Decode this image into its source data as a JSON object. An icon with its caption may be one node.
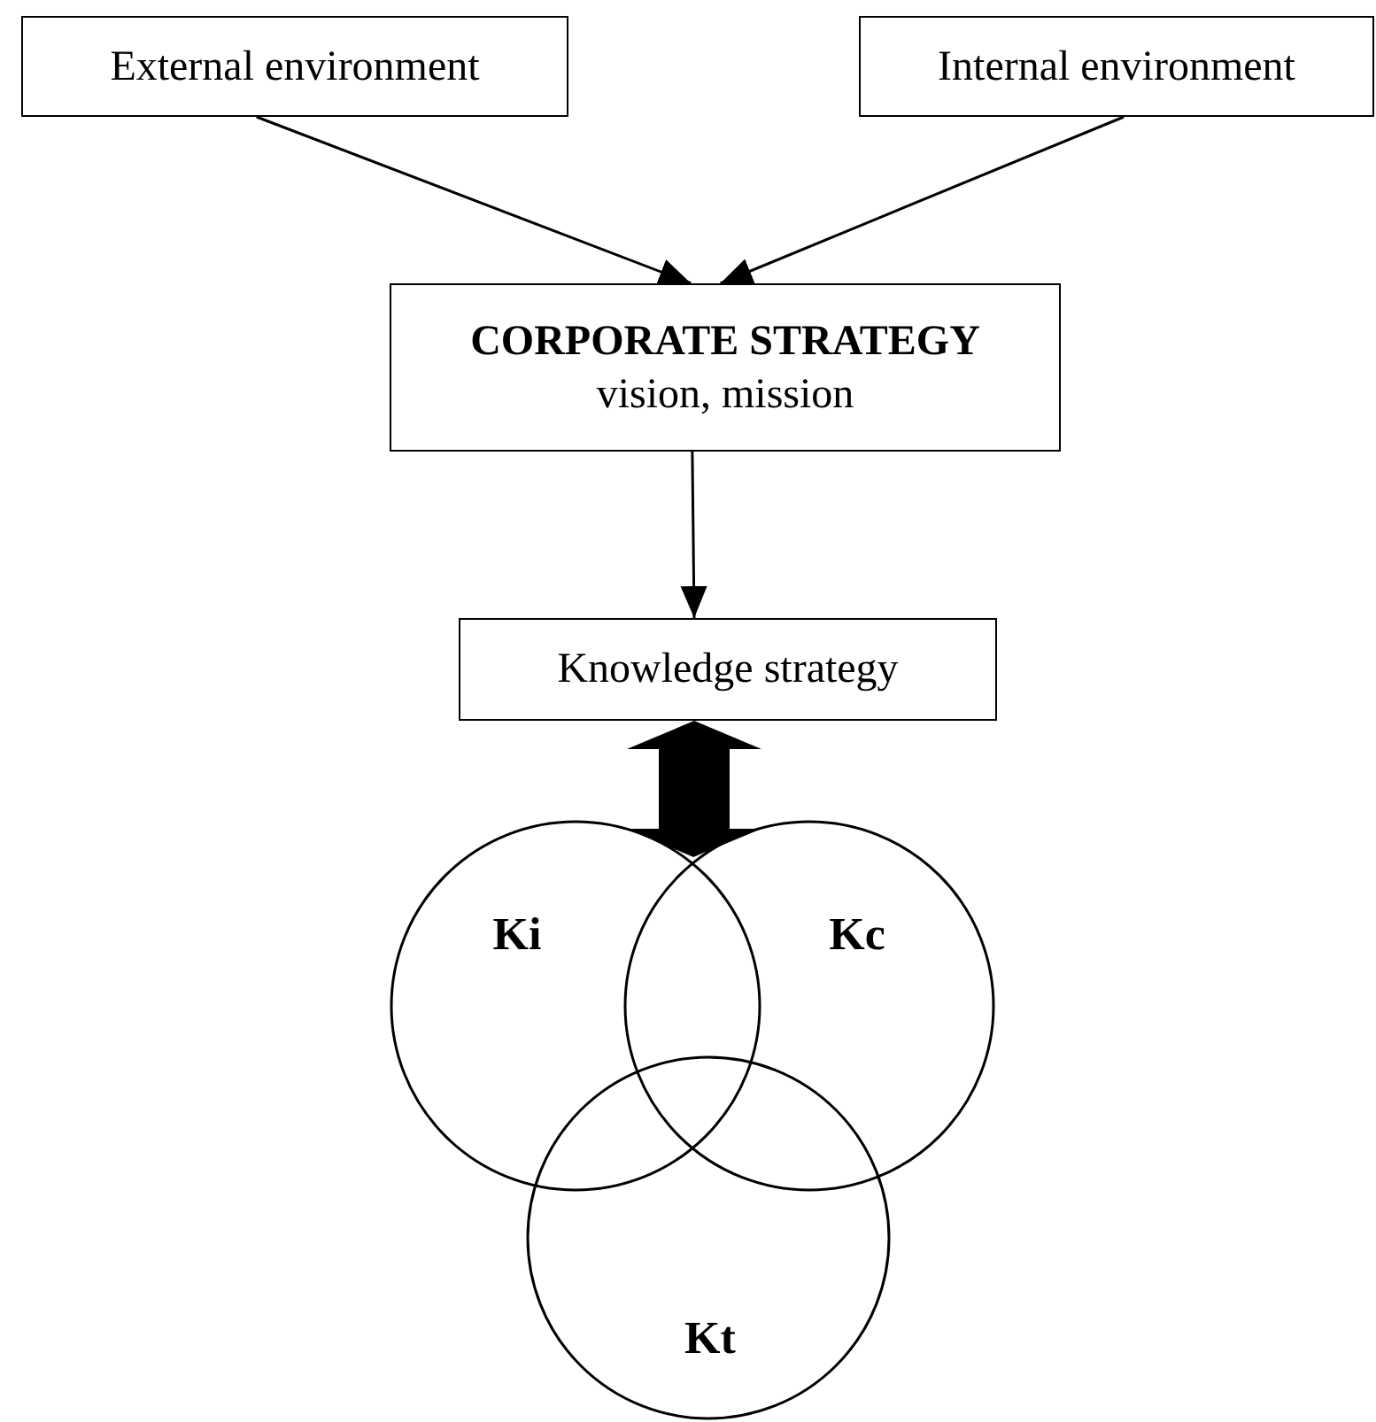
{
  "diagram": {
    "nodes": [
      {
        "text": [
          "External environment"
        ]
      },
      {
        "text": [
          "Internal environment"
        ]
      },
      {
        "text": [
          "CORPORATE STRATEGY",
          "vision, mission"
        ]
      },
      {
        "text": [
          "Knowledge strategy"
        ]
      },
      {
        "text": [
          "Ki"
        ]
      },
      {
        "text": [
          "Kc"
        ]
      },
      {
        "text": [
          "Kt"
        ]
      }
    ],
    "edges": [
      {
        "from": 0,
        "to": 2,
        "arrow": "to"
      },
      {
        "from": 1,
        "to": 2,
        "arrow": "to"
      },
      {
        "from": 2,
        "to": 3,
        "arrow": "to"
      },
      {
        "from": 3,
        "to": 4,
        "arrow": "both",
        "style": "thick"
      }
    ]
  }
}
